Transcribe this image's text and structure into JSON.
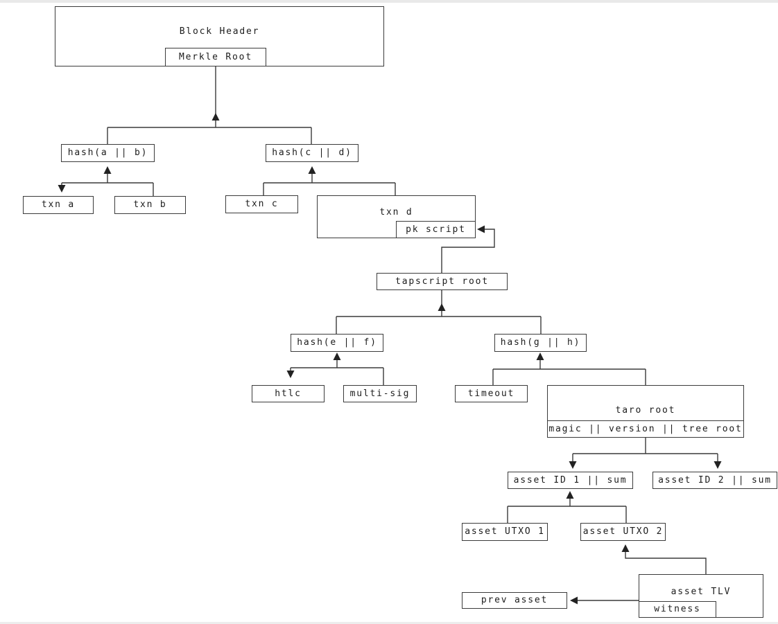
{
  "diagram_title": "Block header merkle tree with taproot script tree and taro asset tree",
  "nodes": {
    "block_header": "Block Header",
    "merkle_root": "Merkle Root",
    "hash_ab": "hash(a || b)",
    "hash_cd": "hash(c || d)",
    "txn_a": "txn a",
    "txn_b": "txn b",
    "txn_c": "txn c",
    "txn_d": "txn d",
    "pk_script": "pk script",
    "tapscript_root": "tapscript root",
    "hash_ef": "hash(e || f)",
    "hash_gh": "hash(g || h)",
    "htlc": "htlc",
    "multi_sig": "multi-sig",
    "timeout": "timeout",
    "taro_root": "taro root",
    "taro_fields": "magic || version || tree root",
    "asset_id_1": "asset ID 1 || sum",
    "asset_id_2": "asset ID 2 || sum",
    "asset_utxo_1": "asset UTXO 1",
    "asset_utxo_2": "asset UTXO 2",
    "asset_tlv": "asset TLV",
    "witness": "witness",
    "prev_asset": "prev asset"
  },
  "nested_nodes": [
    {
      "child": "Merkle Root",
      "parent": "Block Header"
    },
    {
      "child": "pk script",
      "parent": "txn d"
    },
    {
      "child": "magic || version || tree root",
      "parent": "taro root"
    },
    {
      "child": "witness",
      "parent": "asset TLV"
    }
  ],
  "edges": [
    {
      "from": "hash(a || b)",
      "to": "Merkle Root",
      "arrow": "up"
    },
    {
      "from": "hash(c || d)",
      "to": "Merkle Root",
      "arrow": "up"
    },
    {
      "from": "hash(a || b)",
      "to": "txn a",
      "arrow": "down"
    },
    {
      "from": "txn b",
      "to": "hash(a || b)",
      "arrow": "up"
    },
    {
      "from": "txn c",
      "to": "hash(c || d)",
      "arrow": "up"
    },
    {
      "from": "txn d",
      "to": "hash(c || d)",
      "arrow": "up"
    },
    {
      "from": "tapscript root",
      "to": "pk script",
      "arrow": "left"
    },
    {
      "from": "hash(e || f)",
      "to": "tapscript root",
      "arrow": "up"
    },
    {
      "from": "hash(g || h)",
      "to": "tapscript root",
      "arrow": "up"
    },
    {
      "from": "hash(e || f)",
      "to": "htlc",
      "arrow": "down"
    },
    {
      "from": "multi-sig",
      "to": "hash(e || f)",
      "arrow": "up"
    },
    {
      "from": "timeout",
      "to": "hash(g || h)",
      "arrow": "up"
    },
    {
      "from": "taro root",
      "to": "hash(g || h)",
      "arrow": "up"
    },
    {
      "from": "taro root",
      "to": "asset ID 1 || sum",
      "arrow": "down"
    },
    {
      "from": "taro root",
      "to": "asset ID 2 || sum",
      "arrow": "down"
    },
    {
      "from": "asset UTXO 1",
      "to": "asset ID 1 || sum",
      "arrow": "up"
    },
    {
      "from": "asset UTXO 2",
      "to": "asset ID 1 || sum",
      "arrow": "up"
    },
    {
      "from": "asset TLV",
      "to": "asset UTXO 2",
      "arrow": "up"
    },
    {
      "from": "asset TLV",
      "to": "prev asset",
      "arrow": "left"
    }
  ],
  "colors": {
    "background": "#ffffff",
    "line": "#3a3a3a",
    "box_border": "#3a3a3a",
    "text": "#1c1c1c",
    "arrowhead": "#222222"
  }
}
